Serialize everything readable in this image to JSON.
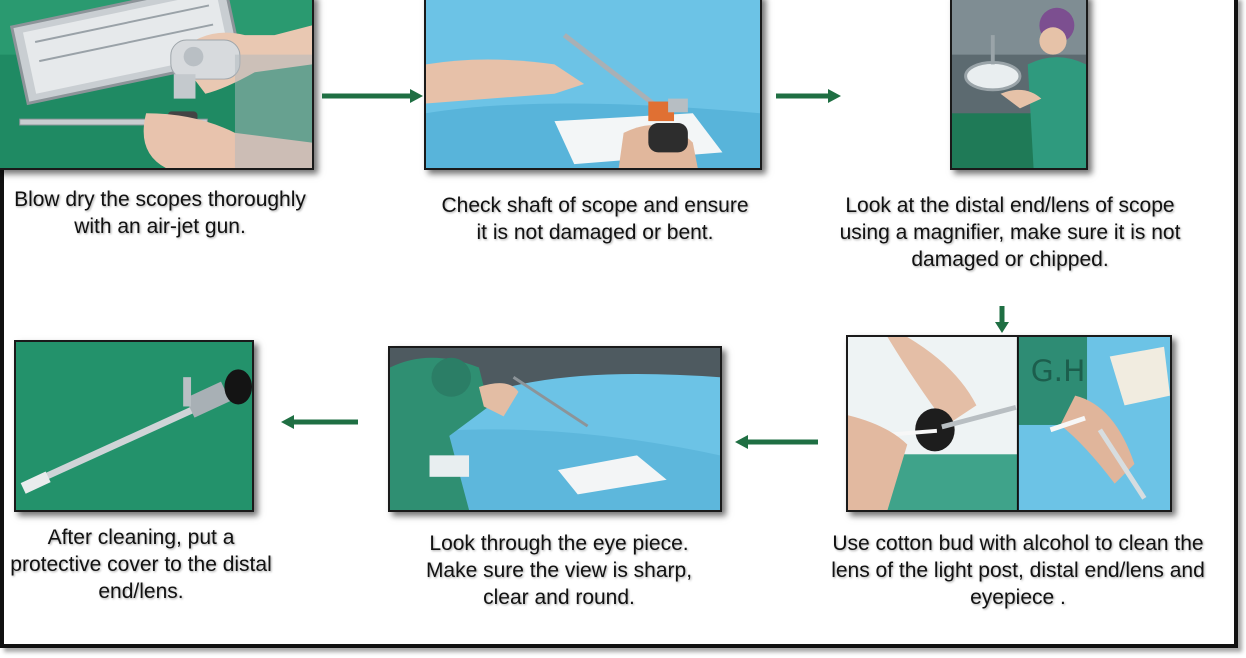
{
  "steps": [
    {
      "caption": "Blow dry the scopes thoroughly with an air-jet gun.",
      "photo": "air-jet-gun-photo"
    },
    {
      "caption": "Check shaft of scope and ensure it is not damaged or bent.",
      "photo": "scope-shaft-check-photo"
    },
    {
      "caption": "Look at the distal end/lens of scope using a magnifier, make sure it is not damaged or chipped.",
      "photo": "magnifier-inspection-photo"
    },
    {
      "caption": "Use cotton bud with alcohol to clean the lens of the light post, distal end/lens and eyepiece .",
      "photo": "cotton-bud-cleaning-photo"
    },
    {
      "caption": "Look through the eye piece. Make sure the view is sharp, clear and round.",
      "photo": "eyepiece-view-photo"
    },
    {
      "caption": "After cleaning, put a protective cover to the distal end/lens.",
      "photo": "protective-cover-photo"
    }
  ],
  "colors": {
    "arrow": "#1f6f43",
    "drape_green": "#1f8a63",
    "drape_blue": "#6cc3e6",
    "border": "#111111"
  }
}
